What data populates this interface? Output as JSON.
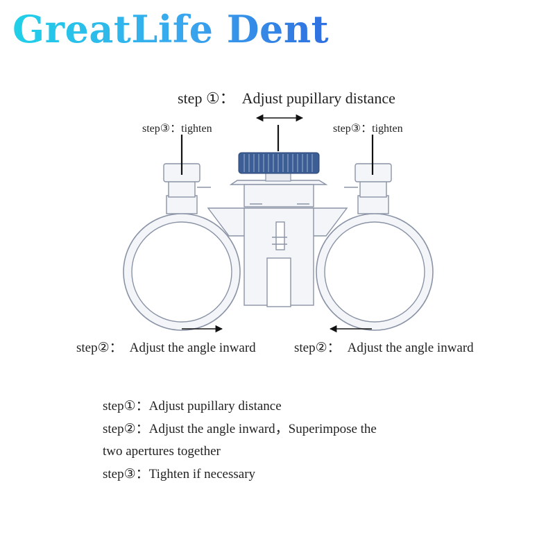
{
  "brand": {
    "name": "GreatLife Dent"
  },
  "callouts": {
    "step1_top": {
      "step": "step ①：",
      "text": "Adjust pupillary distance"
    },
    "step3_left": {
      "step": "step③：",
      "text": "tighten"
    },
    "step3_right": {
      "step": "step③：",
      "text": "tighten"
    },
    "step2_left": {
      "step": "step②：",
      "text": "Adjust the angle inward"
    },
    "step2_right": {
      "step": "step②：",
      "text": "Adjust the angle inward"
    }
  },
  "notes": {
    "line1": "step①：Adjust pupillary distance",
    "line2": "step②：Adjust the angle inward，Superimpose the",
    "line3": "two apertures together",
    "line4": "step③：Tighten if necessary"
  },
  "colors": {
    "outline": "#8a93a6",
    "fill": "#f4f5f8",
    "knob": "#3d5e94",
    "arrow": "#111111"
  },
  "icons": {
    "illustration": "binocular-loupe",
    "knob": "adjustment-knob-icon",
    "screw": "tightening-screw-icon"
  }
}
